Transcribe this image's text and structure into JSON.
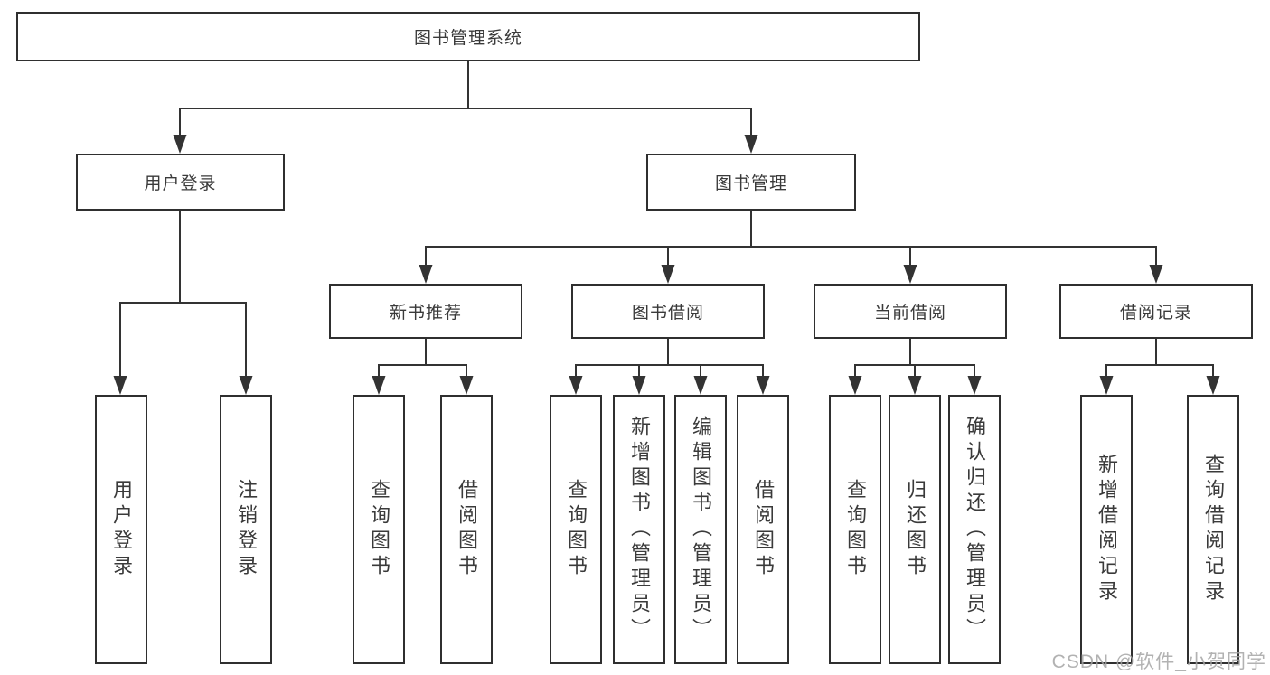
{
  "nodes": {
    "root": "图书管理系统",
    "level2": [
      "用户登录",
      "图书管理"
    ],
    "level3": [
      "新书推荐",
      "图书借阅",
      "当前借阅",
      "借阅记录"
    ],
    "user_login_children": [
      "用户登录",
      "注销登录"
    ],
    "new_book_children": [
      "查询图书",
      "借阅图书"
    ],
    "book_borrow_children": [
      "查询图书",
      "新增图书（管理员）",
      "编辑图书（管理员）",
      "借阅图书"
    ],
    "current_borrow_children": [
      "查询图书",
      "归还图书",
      "确认归还（管理员）"
    ],
    "borrow_record_children": [
      "新增借阅记录",
      "查询借阅记录"
    ]
  },
  "watermark": "CSDN @软件_小贺同学",
  "colors": {
    "line": "#333333",
    "box_border": "#2f2f2f",
    "text": "#3a3a3a",
    "background": "#ffffff",
    "watermark": "#a5a5a5"
  }
}
